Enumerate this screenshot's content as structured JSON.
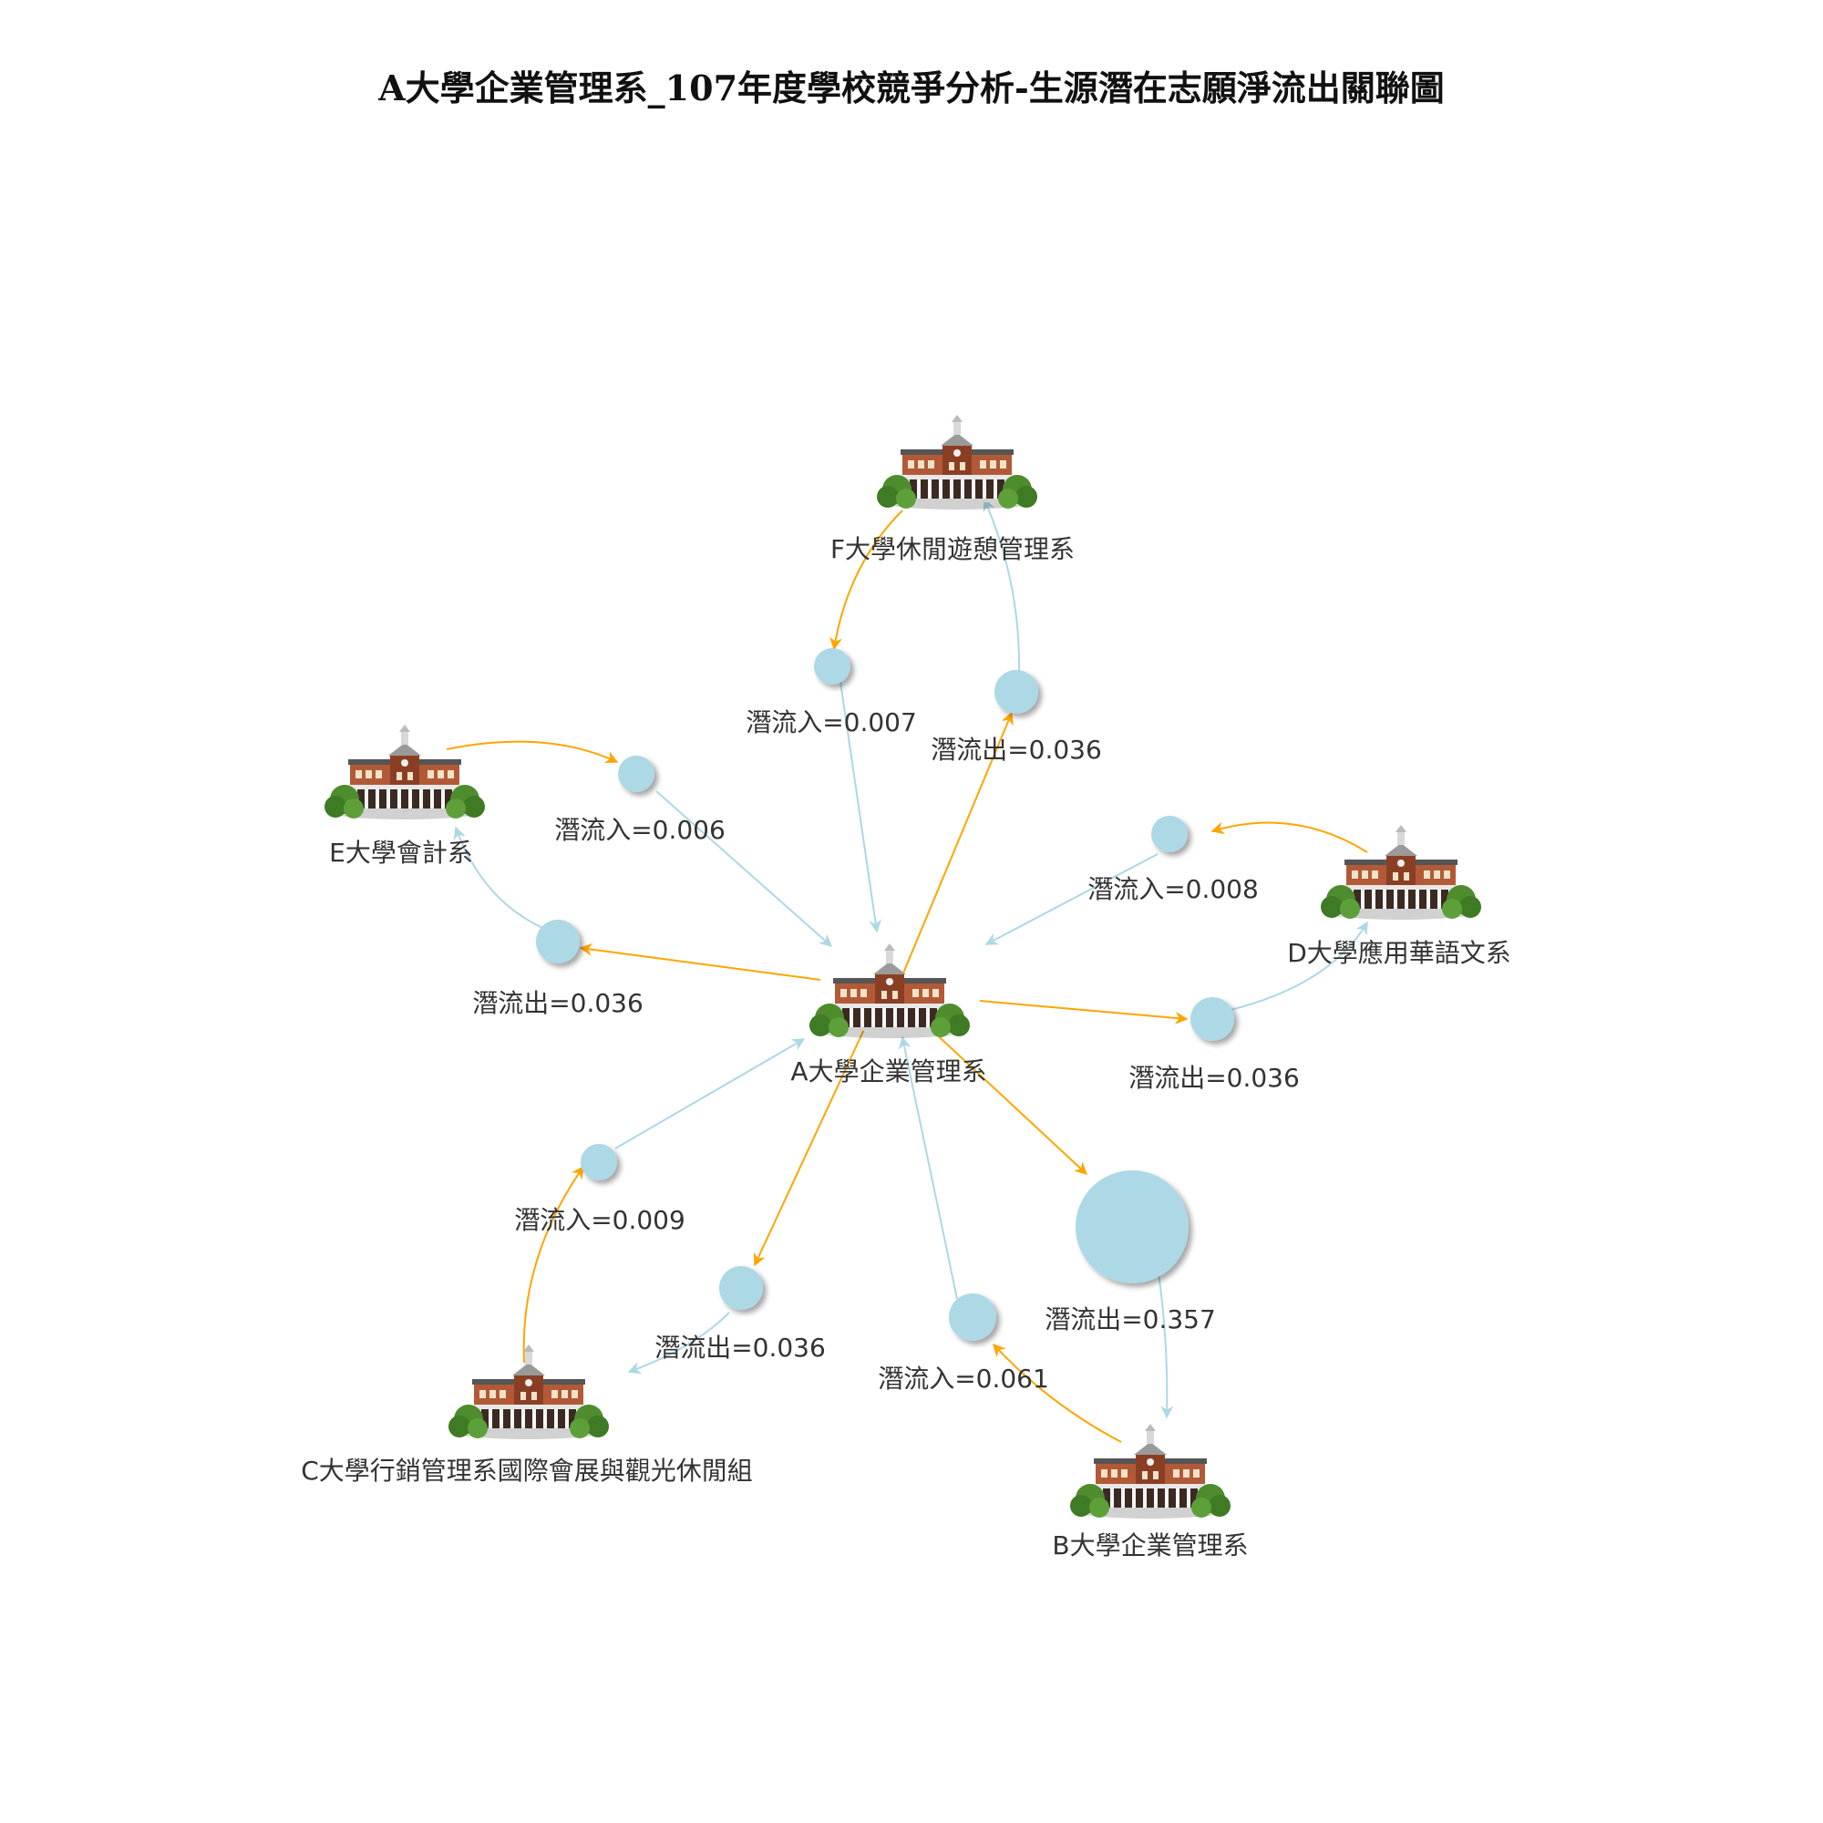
{
  "title": "A大學企業管理系_107年度學校競爭分析-生源潛在志願淨流出關聯圖",
  "colors": {
    "inflow_edge": "#add8e6",
    "outflow_edge": "#ffa500",
    "metric_node": "#add8e6"
  },
  "nodes": {
    "A": {
      "label": "A大學企業管理系",
      "icon": "university-building-icon"
    },
    "B": {
      "label": "B大學企業管理系",
      "icon": "university-building-icon"
    },
    "C": {
      "label": "C大學行銷管理系國際會展與觀光休閒組",
      "icon": "university-building-icon"
    },
    "D": {
      "label": "D大學應用華語文系",
      "icon": "university-building-icon"
    },
    "E": {
      "label": "E大學會計系",
      "icon": "university-building-icon"
    },
    "F": {
      "label": "F大學休閒遊憩管理系",
      "icon": "university-building-icon"
    }
  },
  "metrics": {
    "f_in": {
      "label": "潛流入=0.007",
      "value": 0.007,
      "direction": "inflow",
      "school": "F"
    },
    "f_out": {
      "label": "潛流出=0.036",
      "value": 0.036,
      "direction": "outflow",
      "school": "F"
    },
    "e_in": {
      "label": "潛流入=0.006",
      "value": 0.006,
      "direction": "inflow",
      "school": "E"
    },
    "e_out": {
      "label": "潛流出=0.036",
      "value": 0.036,
      "direction": "outflow",
      "school": "E"
    },
    "d_in": {
      "label": "潛流入=0.008",
      "value": 0.008,
      "direction": "inflow",
      "school": "D"
    },
    "d_out": {
      "label": "潛流出=0.036",
      "value": 0.036,
      "direction": "outflow",
      "school": "D"
    },
    "c_in": {
      "label": "潛流入=0.009",
      "value": 0.009,
      "direction": "inflow",
      "school": "C"
    },
    "c_out": {
      "label": "潛流出=0.036",
      "value": 0.036,
      "direction": "outflow",
      "school": "C"
    },
    "b_in": {
      "label": "潛流入=0.061",
      "value": 0.061,
      "direction": "inflow",
      "school": "B"
    },
    "b_out": {
      "label": "潛流出=0.357",
      "value": 0.357,
      "direction": "outflow",
      "school": "B"
    }
  }
}
